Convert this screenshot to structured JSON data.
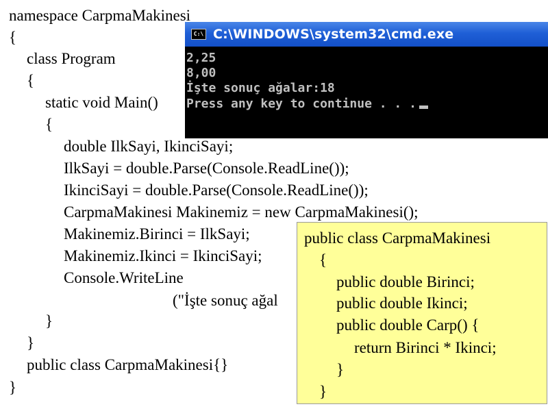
{
  "code_lines": [
    "namespace CarpmaMakinesi",
    "{",
    "class Program",
    "{",
    "static void Main()",
    "{",
    "double IlkSayi, IkinciSayi;",
    "IlkSayi = double.Parse(Console.ReadLine());",
    "IkinciSayi = double.Parse(Console.ReadLine());",
    "CarpmaMakinesi Makinemiz = new CarpmaMakinesi();",
    "Makinemiz.Birinci = IlkSayi;",
    "Makinemiz.Ikinci = IkinciSayi;",
    "Console.WriteLine",
    "(\"İşte sonuç ağal",
    "}",
    "}",
    "public class CarpmaMakinesi{}",
    "}"
  ],
  "console_window": {
    "icon_label": "C:\\",
    "title": "C:\\WINDOWS\\system32\\cmd.exe",
    "output_lines": [
      "2,25",
      "8,00",
      "İşte sonuç ağalar:18",
      "Press any key to continue . . ."
    ]
  },
  "class_box": {
    "lines": [
      "public class CarpmaMakinesi",
      "{",
      "public double Birinci;",
      "public double Ikinci;",
      "public double Carp() {",
      "return Birinci * Ikinci;",
      "}",
      "}"
    ],
    "background": "#ffff99"
  },
  "colors": {
    "titlebar": "#1f5fd6",
    "console_text": "#c0c0c0"
  }
}
